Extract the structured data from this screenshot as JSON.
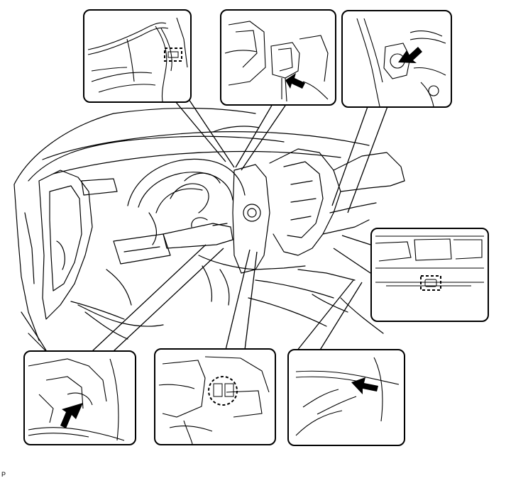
{
  "figure": {
    "code": "P",
    "colors": {
      "line": "#000000",
      "background": "#ffffff",
      "arrow_fill": "#000000"
    },
    "callouts": [
      {
        "id": "top-left",
        "marker": "dashed-box"
      },
      {
        "id": "top-center",
        "marker": "arrow"
      },
      {
        "id": "top-right",
        "marker": "arrow"
      },
      {
        "id": "mid-right",
        "marker": "dashed-box"
      },
      {
        "id": "bottom-left",
        "marker": "arrow"
      },
      {
        "id": "bottom-center",
        "marker": "dashed-box"
      },
      {
        "id": "bottom-right",
        "marker": "arrow"
      }
    ]
  }
}
